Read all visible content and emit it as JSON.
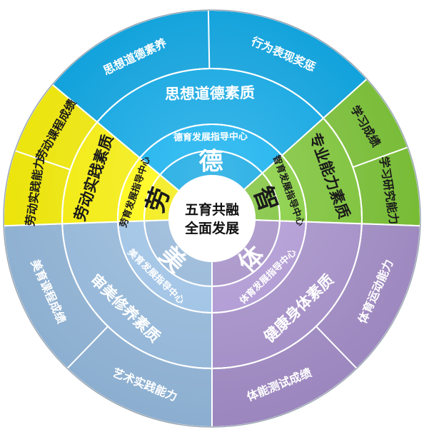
{
  "center": {
    "line1": "五育共融",
    "line2": "全面发展"
  },
  "sectors": [
    {
      "key": "de",
      "char": "德",
      "color": "#00a0e0",
      "center_label": "德育发展指导中心",
      "quality": "思想道德素质",
      "outer": [
        "思想道德素养",
        "行为表现奖惩"
      ]
    },
    {
      "key": "zhi",
      "char": "智",
      "color": "#76bf2e",
      "center_label": "智育发展指导中心",
      "quality": "专业能力素质",
      "outer": [
        "学习成绩",
        "学习研究能力"
      ]
    },
    {
      "key": "ti",
      "char": "体",
      "color": "#a08ac4",
      "center_label": "体育发展指导中心",
      "quality": "健康身体素质",
      "outer": [
        "体育运动能力",
        "体能测试成绩"
      ]
    },
    {
      "key": "mei",
      "char": "美",
      "color": "#8fb3d6",
      "center_label": "美育发展指导中心",
      "quality": "审美修养素质",
      "outer": [
        "艺术实践能力",
        "美育课程成绩"
      ]
    },
    {
      "key": "lao",
      "char": "劳",
      "color": "#f2ea00",
      "center_label": "劳育发展指导中心",
      "quality": "劳动实践素质",
      "outer": [
        "劳动实践能力",
        "劳动课程成绩"
      ]
    }
  ]
}
